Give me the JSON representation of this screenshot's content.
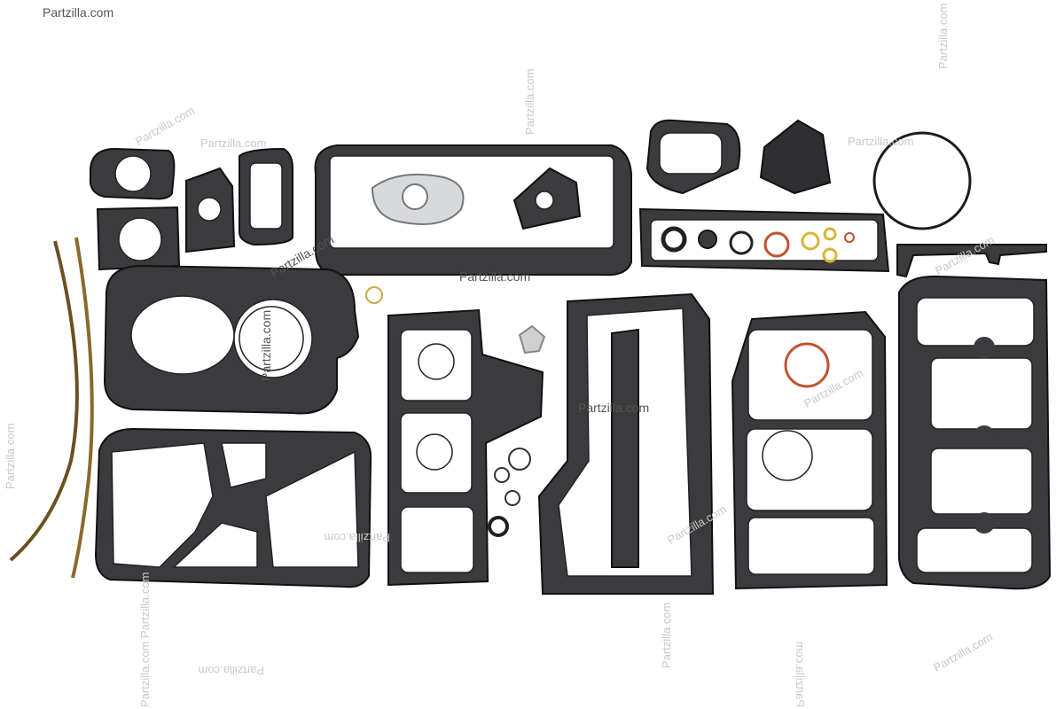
{
  "watermark": {
    "text": "Partzilla.com",
    "mirrored_text": "Partzilla.com",
    "colors": {
      "light": "#c9c9c9",
      "dark": "#555555"
    }
  },
  "photo": {
    "subject": "outboard engine gasket kit laid out on white background",
    "colors": {
      "gasket_fill": "#3b3b3e",
      "gasket_edge": "#111111",
      "hole_fill": "#ffffff",
      "oring_red": "#c0522e",
      "oring_yellow": "#d7b63a",
      "strip_brown": "#8b6a2a",
      "metal_plate": "#d7d9dc"
    }
  }
}
